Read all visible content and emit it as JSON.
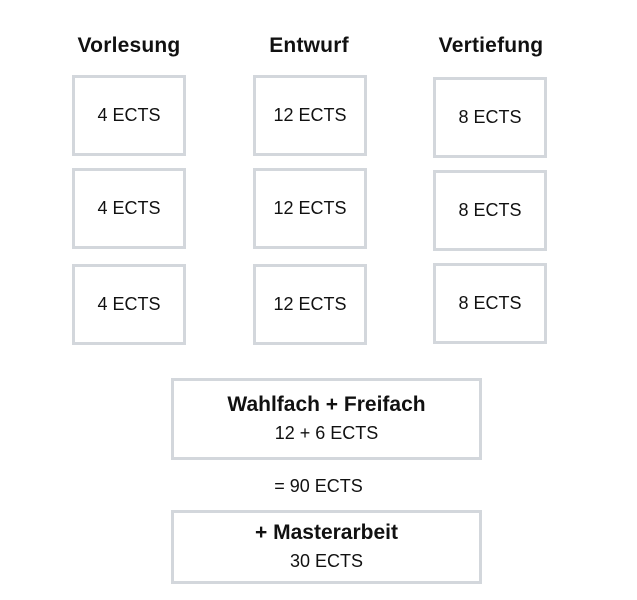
{
  "columns": [
    {
      "header": "Vorlesung",
      "cells": [
        "4 ECTS",
        "4 ECTS",
        "4 ECTS"
      ]
    },
    {
      "header": "Entwurf",
      "cells": [
        "12 ECTS",
        "12 ECTS",
        "12 ECTS"
      ]
    },
    {
      "header": "Vertiefung",
      "cells": [
        "8 ECTS",
        "8 ECTS",
        "8 ECTS"
      ]
    }
  ],
  "elective": {
    "title": "Wahlfach + Freifach",
    "value": "12 + 6 ECTS"
  },
  "total": "= 90 ECTS",
  "thesis": {
    "title": "+ Masterarbeit",
    "value": "30 ECTS"
  },
  "colors": {
    "border": "#d3d7dc",
    "text": "#111111",
    "background": "#ffffff"
  }
}
